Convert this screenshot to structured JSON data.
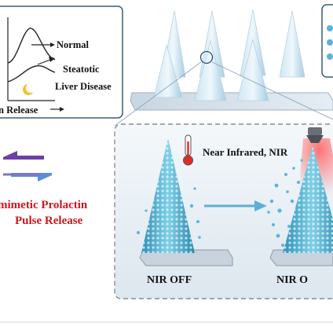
{
  "inset_chart": {
    "curve_labels": [
      "Normal",
      "Steatotic",
      "Liver Disease"
    ],
    "x_axis_label_partial": "n Release"
  },
  "nir_panel": {
    "light_label": "Near Infrared, NIR",
    "state_off_label": "NIR OFF",
    "state_on_label": "NIR O"
  },
  "left_caption": {
    "line1": "mimetic Prolactin",
    "line2": "Pulse Release"
  },
  "colors": {
    "caption_red": "#d0161c",
    "arrow_purple": "#6f3fa8",
    "arrow_blue": "#5b8fd6",
    "cone_blue": "#3aa7c9",
    "panel_border": "#8c8c8c"
  },
  "icons": [
    "thermometer-icon",
    "moon-icon",
    "nir-lamp-icon"
  ]
}
